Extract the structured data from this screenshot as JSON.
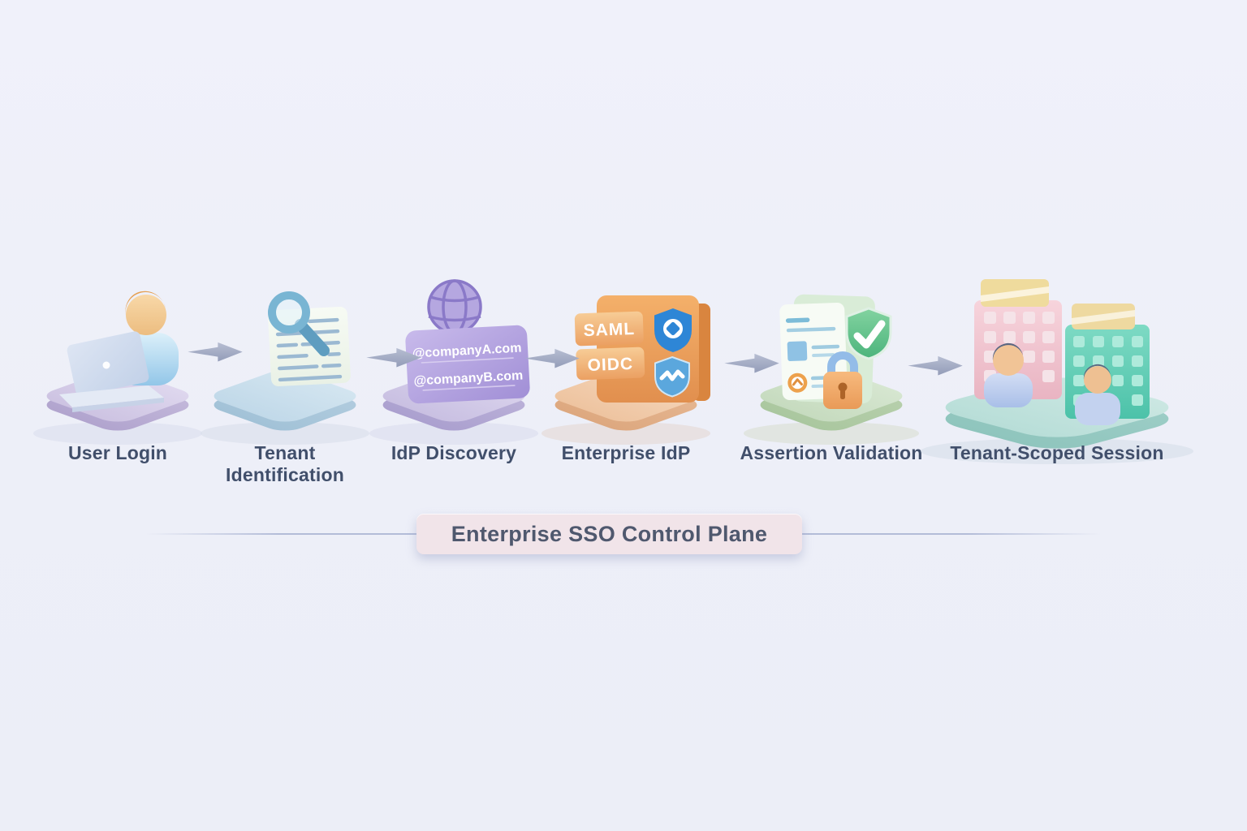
{
  "banner": {
    "label": "Enterprise SSO Control Plane"
  },
  "stations": [
    {
      "name": "user-login",
      "label": "User Login",
      "icon": "person-at-laptop-icon"
    },
    {
      "name": "tenant-identification",
      "label": "Tenant Identification",
      "icon": "magnifier-over-document-icon"
    },
    {
      "name": "idp-discovery",
      "label": "IdP Discovery",
      "icon": "globe-domain-card-icon",
      "domains": [
        "@companyA.com",
        "@companyB.com"
      ]
    },
    {
      "name": "enterprise-idp",
      "label": "Enterprise IdP",
      "icon": "folder-with-shields-icon",
      "protocols": [
        "SAML",
        "OIDC"
      ]
    },
    {
      "name": "assertion-validation",
      "label": "Assertion Validation",
      "icon": "document-shield-lock-icon"
    },
    {
      "name": "tenant-scoped-session",
      "label": "Tenant-Scoped Session",
      "icon": "buildings-users-icon"
    }
  ],
  "arrows": {
    "count": 5,
    "direction": "right"
  },
  "colors": {
    "background": "#edeff8",
    "label_text": "#414f6b",
    "banner_bg": "#f1e4e9",
    "banner_text": "#4f586e",
    "arrow": "#9fa8c2",
    "platforms": [
      "#d5cde6",
      "#cadfec",
      "#d1c9e7",
      "#f1cfb2",
      "#cfe1c9",
      "#c4e3de"
    ]
  }
}
